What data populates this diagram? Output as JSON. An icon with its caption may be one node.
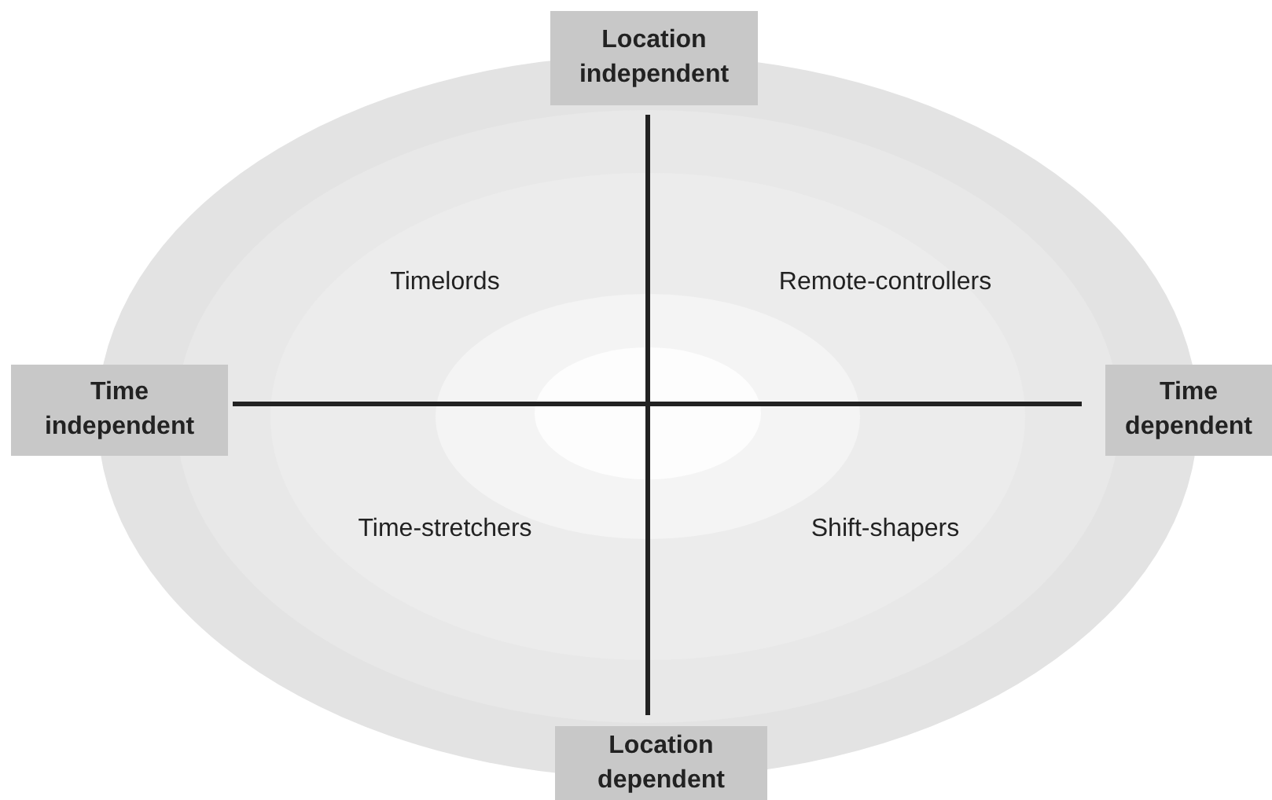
{
  "diagram": {
    "nodes": [
      {
        "text": [
          "Location independent"
        ]
      },
      {
        "text": [
          "Time independent"
        ]
      },
      {
        "text": [
          "Time dependent"
        ]
      },
      {
        "text": [
          "Location dependent"
        ]
      }
    ],
    "labels": [
      "Timelords",
      "Remote-controllers",
      "Time-stretchers",
      "Shift-shapers"
    ]
  }
}
